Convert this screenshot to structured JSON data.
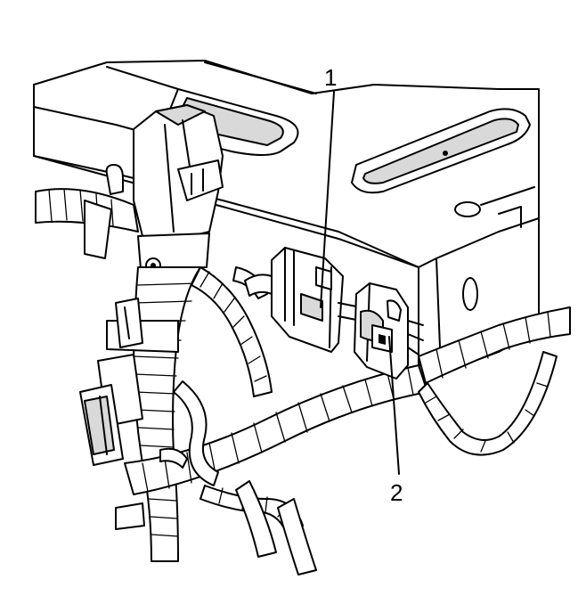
{
  "diagram": {
    "callouts": [
      {
        "id": "1",
        "label": "1"
      },
      {
        "id": "2",
        "label": "2"
      }
    ],
    "colors": {
      "line": "#000000",
      "background": "#ffffff",
      "shade": "#d9d9d9"
    }
  }
}
